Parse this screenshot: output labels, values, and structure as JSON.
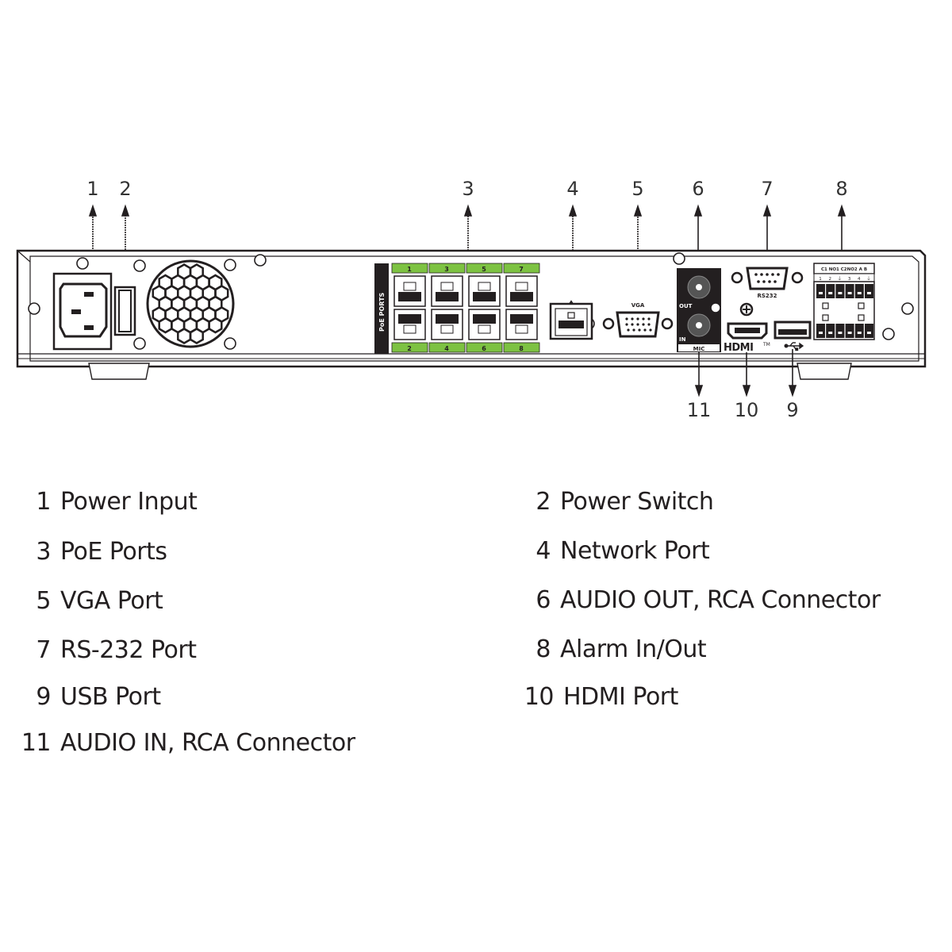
{
  "diagram": {
    "title": "NVR Rear Panel",
    "callouts_top": [
      "1",
      "2",
      "3",
      "4",
      "5",
      "6",
      "7",
      "8"
    ],
    "callouts_bottom": [
      "11",
      "10",
      "9"
    ],
    "panel_labels": {
      "poe_ports": "PoE PORTS",
      "poe_top_numbers": [
        "1",
        "3",
        "5",
        "7"
      ],
      "poe_bottom_numbers": [
        "2",
        "4",
        "6",
        "8"
      ],
      "vga": "VGA",
      "rs232": "RS232",
      "audio_out": "OUT",
      "audio_in": "IN",
      "mic": "MIC",
      "hdmi": "HDMI",
      "hdmi_tm": "TM",
      "alarm_header": "C1 NO1 C2NO2  A   B",
      "alarm_pins": [
        "1",
        "2",
        "⏚",
        "3",
        "4",
        "⏚"
      ]
    },
    "colors": {
      "poe_green": "#7dc242",
      "line": "#231f20"
    }
  },
  "legend": [
    {
      "number": "1",
      "label": "Power Input"
    },
    {
      "number": "2",
      "label": "Power Switch"
    },
    {
      "number": "3",
      "label": "PoE Ports"
    },
    {
      "number": "4",
      "label": "Network Port"
    },
    {
      "number": "5",
      "label": "VGA Port"
    },
    {
      "number": "6",
      "label": "AUDIO OUT, RCA Connector"
    },
    {
      "number": "7",
      "label": "RS-232 Port"
    },
    {
      "number": "8",
      "label": "Alarm In/Out"
    },
    {
      "number": "9",
      "label": "USB Port"
    },
    {
      "number": "10",
      "label": "HDMI Port"
    },
    {
      "number": "11",
      "label": "AUDIO IN, RCA Connector"
    }
  ]
}
